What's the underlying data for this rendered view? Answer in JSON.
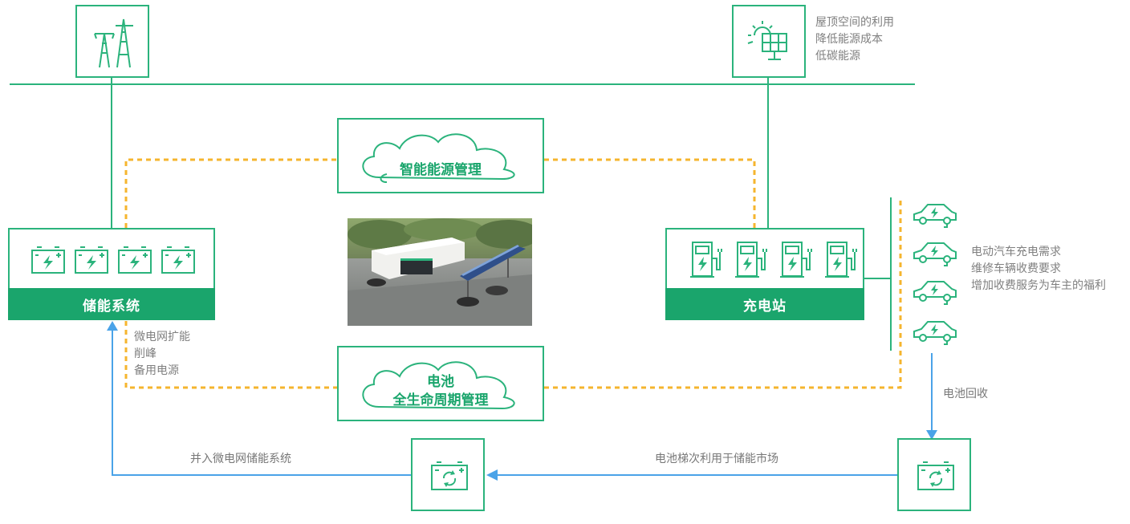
{
  "nodes": {
    "storage": {
      "title": "储能系统"
    },
    "charging": {
      "title": "充电站"
    },
    "smart_energy": {
      "title": "智能能源管理"
    },
    "battery_mgmt": {
      "line1": "电池",
      "line2": "全生命周期管理"
    }
  },
  "notes": {
    "solar": [
      "屋顶空间的利用",
      "降低能源成本",
      "低碳能源"
    ],
    "storage": [
      "微电网扩能",
      "削峰",
      "备用电源"
    ],
    "ev": [
      "电动汽车充电需求",
      "维修车辆收费要求",
      "增加收费服务为车主的福利"
    ]
  },
  "flow_labels": {
    "recycle": "电池回收",
    "second_life": "电池梯次利用于储能市场",
    "microgrid": "并入微电网储能系统"
  },
  "colors": {
    "green": "#2bb37c",
    "green_dark": "#1aa56c",
    "dashed": "#f5b52e",
    "arrow": "#4aa3e8",
    "note_text": "#808080"
  },
  "icons": [
    "power-tower-icon",
    "solar-panel-icon",
    "battery-icon",
    "charger-icon",
    "ev-car-icon",
    "recycle-battery-icon"
  ]
}
